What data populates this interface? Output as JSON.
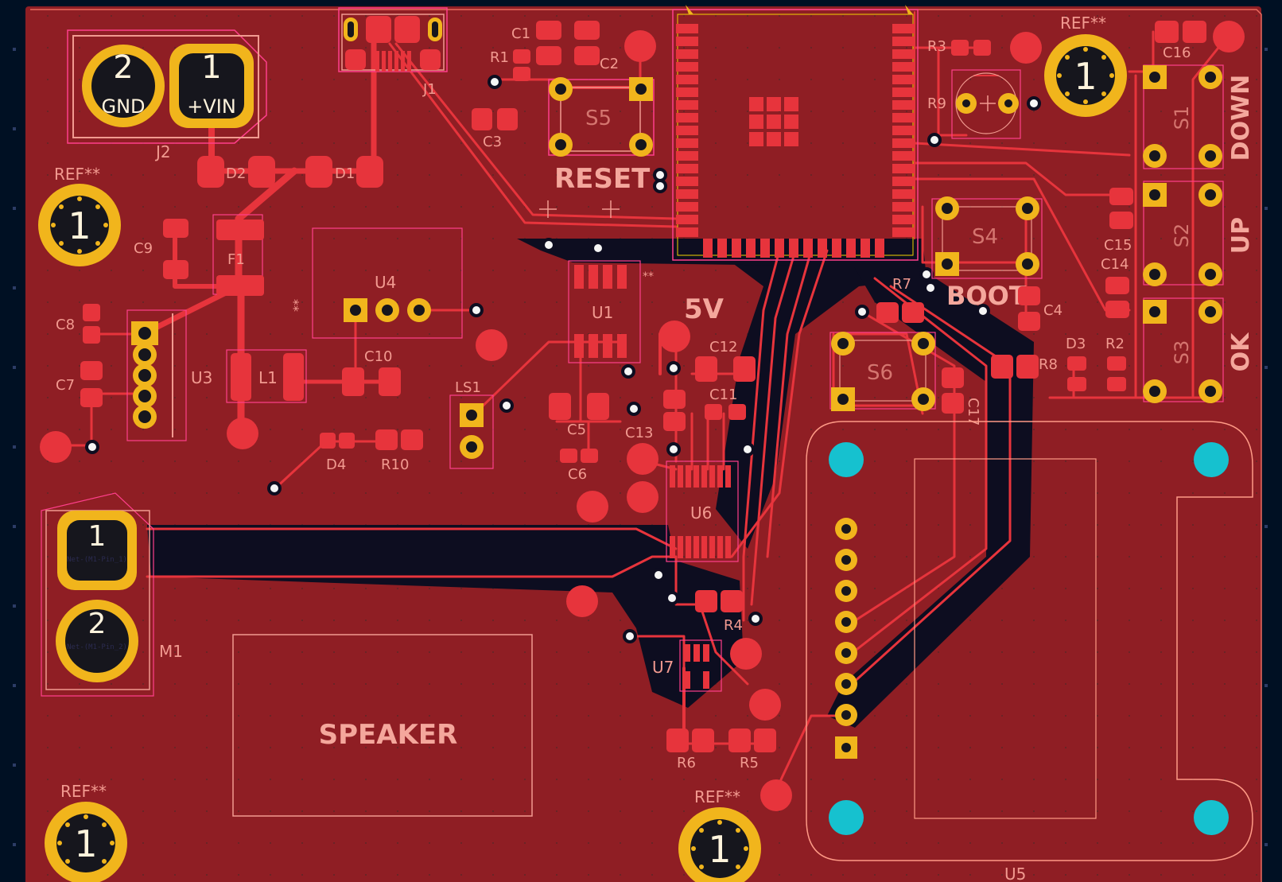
{
  "editor": {
    "name": "PCB Editor",
    "active_layer": "F.Cu"
  },
  "colors": {
    "background": "#001023",
    "copper_fill": "#8f1e24",
    "pad": "#e7343c",
    "pth_gold": "#f1b51c",
    "silkscreen": "#f29a90",
    "courtyard": "#ff3f8c",
    "via_drill": "#f5f5f5",
    "mounting_hole": "#16c1cf"
  },
  "labels": {
    "J2": "J2",
    "GND": "GND",
    "VIN": "+VIN",
    "pin1": "1",
    "pin2": "2",
    "REF": "REF**",
    "D1": "D1",
    "D2": "D2",
    "J1": "J1",
    "C1": "C1",
    "C2": "C2",
    "R1": "R1",
    "C3": "C3",
    "S5": "S5",
    "RESET": "RESET",
    "R3": "R3",
    "R9": "R9",
    "C16": "C16",
    "S1": "S1",
    "DOWN": "DOWN",
    "S2": "S2",
    "UP": "UP",
    "C15": "C15",
    "C14": "C14",
    "S3": "S3",
    "OK": "OK",
    "D3": "D3",
    "R2": "R2",
    "C9": "C9",
    "F1": "F1",
    "C8": "C8",
    "C7": "C7",
    "U3": "U3",
    "L1": "L1",
    "U4": "U4",
    "star": "**",
    "C10": "C10",
    "D4": "D4",
    "R10": "R10",
    "LS1": "LS1",
    "U1": "U1",
    "star2": "**",
    "FIVE_V": "5V",
    "C12": "C12",
    "C11": "C11",
    "C5": "C5",
    "C6": "C6",
    "C13": "C13",
    "U6": "U6",
    "S4": "S4",
    "BOOT": "BOOT",
    "R7": "R7",
    "C4": "C4",
    "S6": "S6",
    "C17": "C17",
    "R8": "R8",
    "M1": "M1",
    "net1": "Net-(M1-Pin_1)",
    "net2": "Net-(M1-Pin_2)",
    "SPEAKER": "SPEAKER",
    "R4": "R4",
    "U7": "U7",
    "R6": "R6",
    "R5": "R5",
    "U5": "U5"
  }
}
